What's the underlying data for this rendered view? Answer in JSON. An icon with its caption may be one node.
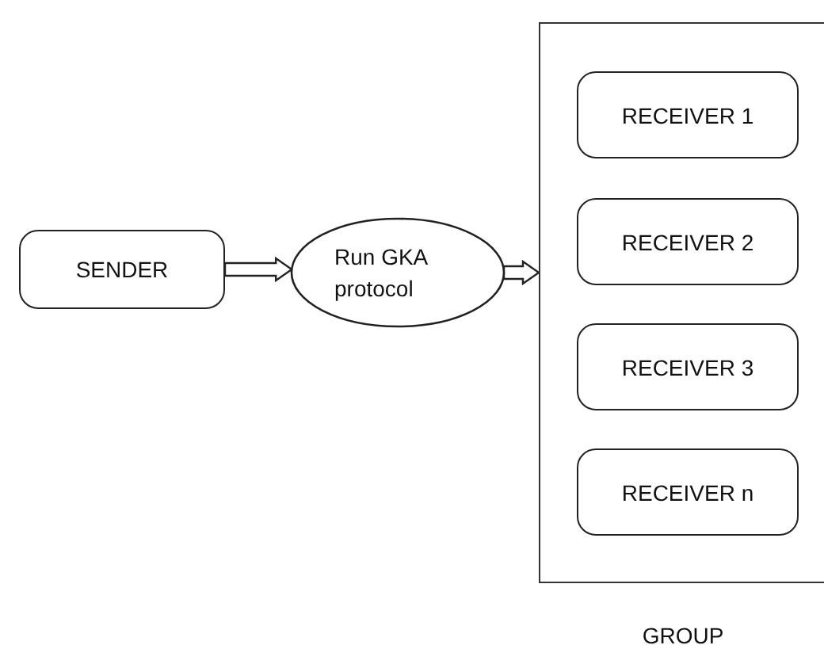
{
  "diagram": {
    "nodes": [
      {
        "text": [
          "SENDER"
        ]
      },
      {
        "text": [
          "Run GKA protocol"
        ]
      },
      {
        "text": [
          "GROUP"
        ]
      },
      {
        "text": [
          "RECEIVER 1"
        ],
        "in": 2
      },
      {
        "text": [
          "RECEIVER 2"
        ],
        "in": 2
      },
      {
        "text": [
          "RECEIVER 3"
        ],
        "in": 2
      },
      {
        "text": [
          "RECEIVER n"
        ],
        "in": 2
      }
    ],
    "edges": [
      {
        "from": 0,
        "to": 1,
        "arrow": "to"
      },
      {
        "from": 1,
        "to": 2,
        "arrow": "to"
      }
    ]
  }
}
